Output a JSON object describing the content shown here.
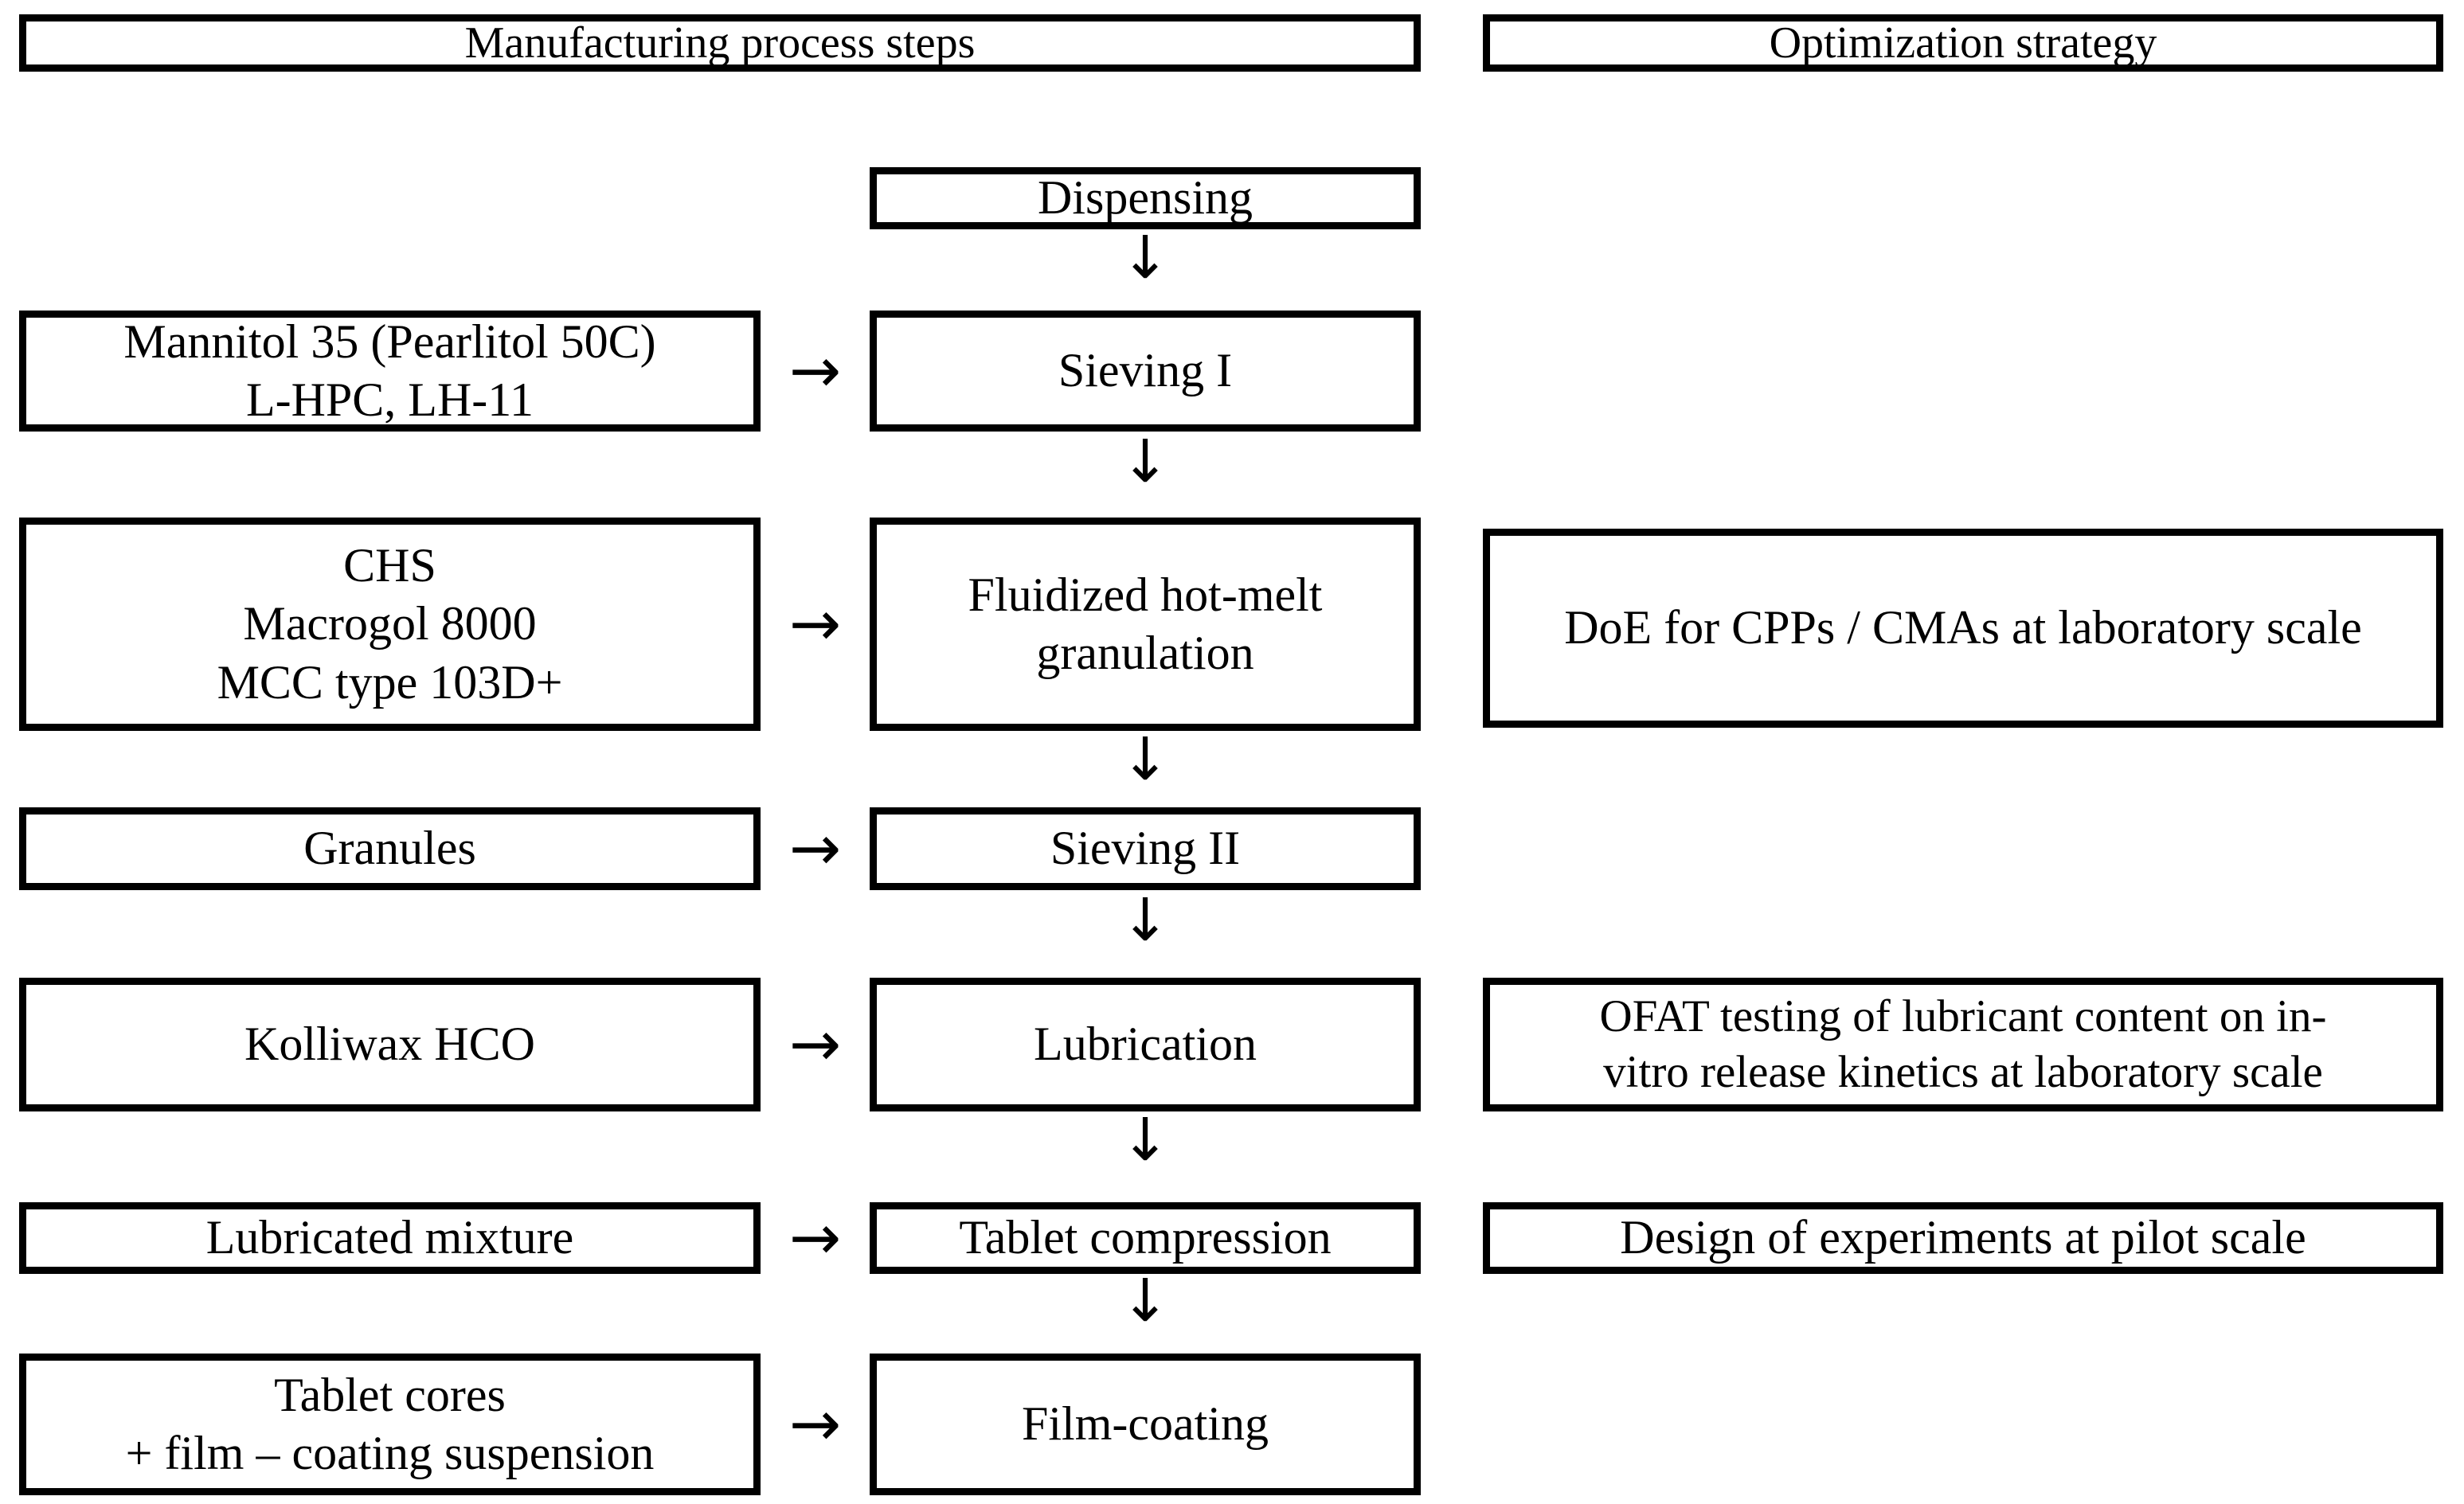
{
  "headers": {
    "left": "Manufacturing process steps",
    "right": "Optimization strategy"
  },
  "materials": [
    {
      "lines": [
        "Mannitol 35 (Pearlitol 50C)",
        "L-HPC, LH-11"
      ]
    },
    {
      "lines": [
        "CHS",
        "Macrogol 8000",
        "MCC type 103D+"
      ]
    },
    {
      "lines": [
        "Granules"
      ]
    },
    {
      "lines": [
        "Kolliwax HCO"
      ]
    },
    {
      "lines": [
        "Lubricated mixture"
      ]
    },
    {
      "lines": [
        "Tablet cores",
        "+ film – coating suspension"
      ]
    }
  ],
  "process_steps": [
    {
      "lines": [
        "Dispensing"
      ]
    },
    {
      "lines": [
        "Sieving I"
      ]
    },
    {
      "lines": [
        "Fluidized hot-melt",
        "granulation"
      ]
    },
    {
      "lines": [
        "Sieving II"
      ]
    },
    {
      "lines": [
        "Lubrication"
      ]
    },
    {
      "lines": [
        "Tablet compression"
      ]
    },
    {
      "lines": [
        "Film-coating"
      ]
    }
  ],
  "strategies": [
    {
      "lines": [
        "DoE for CPPs / CMAs at laboratory scale"
      ]
    },
    {
      "lines": [
        "OFAT testing of lubricant content on in-",
        "vitro release kinetics at laboratory scale"
      ]
    },
    {
      "lines": [
        "Design of experiments at pilot scale"
      ]
    }
  ],
  "arrows": {
    "right": "→",
    "down": "↓"
  },
  "colors": {
    "border": "#000000",
    "background": "#ffffff",
    "text": "#000000"
  }
}
